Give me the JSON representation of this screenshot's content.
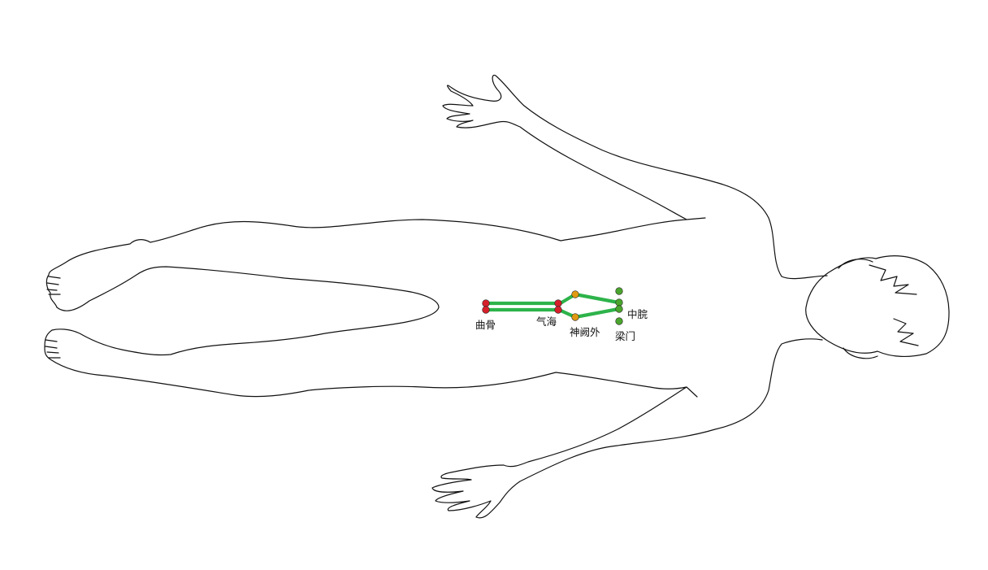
{
  "colors": {
    "background": "#ffffff",
    "outline": "#111111",
    "meridian": "#2db34a",
    "point_red": "#d6202a",
    "point_orange": "#e09a12",
    "point_green": "#4aa52e"
  },
  "acupoints": {
    "qugu": "曲骨",
    "qihai": "气海",
    "shenque_wai": "神阙外",
    "zhongwan": "中脘",
    "liangmen": "梁门"
  }
}
